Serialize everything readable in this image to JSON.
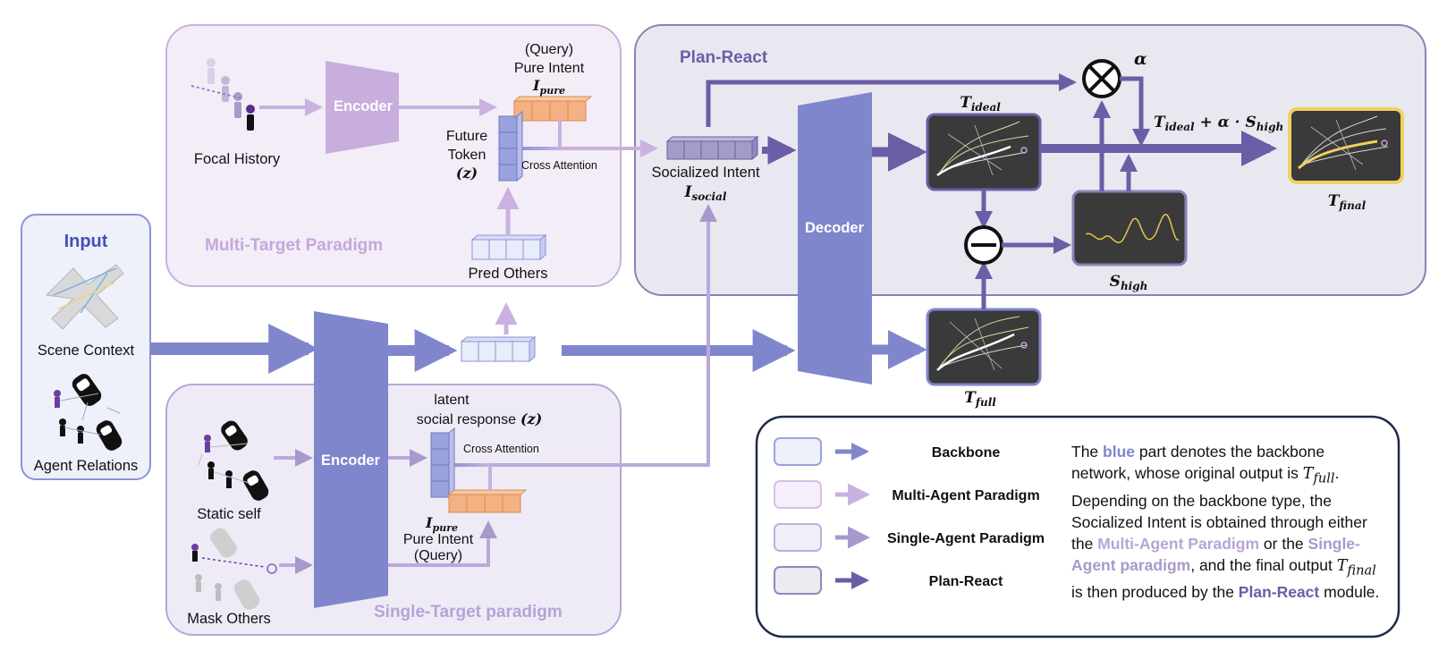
{
  "colors": {
    "backbone": "#7f86cc",
    "multi": "#c9b1e0",
    "single": "#b9a9db",
    "plan": "#6b5ea6",
    "orange": "#f4b183"
  },
  "input": {
    "title": "Input",
    "scene": "Scene Context",
    "agents": "Agent Relations"
  },
  "multi": {
    "title": "Multi-Target Paradigm",
    "focal": "Focal History",
    "encoder": "Encoder",
    "query": "(Query)",
    "pure_intent": "Pure Intent",
    "i_pure": "I",
    "i_pure_sub": "pure",
    "future_token": "Future",
    "token": "Token",
    "z": "(z)",
    "cross_attention": "Cross Attention",
    "pred_others": "Pred Others"
  },
  "single": {
    "title": "Single-Target paradigm",
    "static_self": "Static self",
    "mask_others": "Mask Others",
    "encoder": "Encoder",
    "latent": "latent",
    "social_response": "social response",
    "z": "(z)",
    "cross_attention": "Cross Attention",
    "i_pure": "I",
    "i_pure_sub": "pure",
    "pure_intent": "Pure Intent",
    "query": "(Query)"
  },
  "plan": {
    "title": "Plan-React",
    "socialized_intent": "Socialized Intent",
    "i_social": "I",
    "i_social_sub": "social",
    "decoder": "Decoder",
    "alpha": "α",
    "t": "T",
    "ideal": "ideal",
    "full": "full",
    "final": "final",
    "s": "S",
    "high": "high",
    "formula_mid": " + α · ",
    "otimes": "⊗",
    "ominus": "⊖"
  },
  "legend": {
    "items": [
      "Backbone",
      "Multi-Agent Paradigm",
      "Single-Agent Paradigm",
      "Plan-React"
    ],
    "p1": "The ",
    "blue": "blue",
    "p2": " part denotes the backbone network, whose original output is ",
    "t_full": "T",
    "t_full_sub": "full",
    "p3": ". Depending on the backbone type, the Socialized Intent is obtained through either the ",
    "multi": "Multi-Agent Paradigm",
    "p4": " or the ",
    "single": "Single-Agent paradigm",
    "p5": ", and the final output ",
    "t_final": "T",
    "t_final_sub": "final",
    "p6": " is then produced by the ",
    "plan": "Plan-React",
    "p7": " module."
  }
}
